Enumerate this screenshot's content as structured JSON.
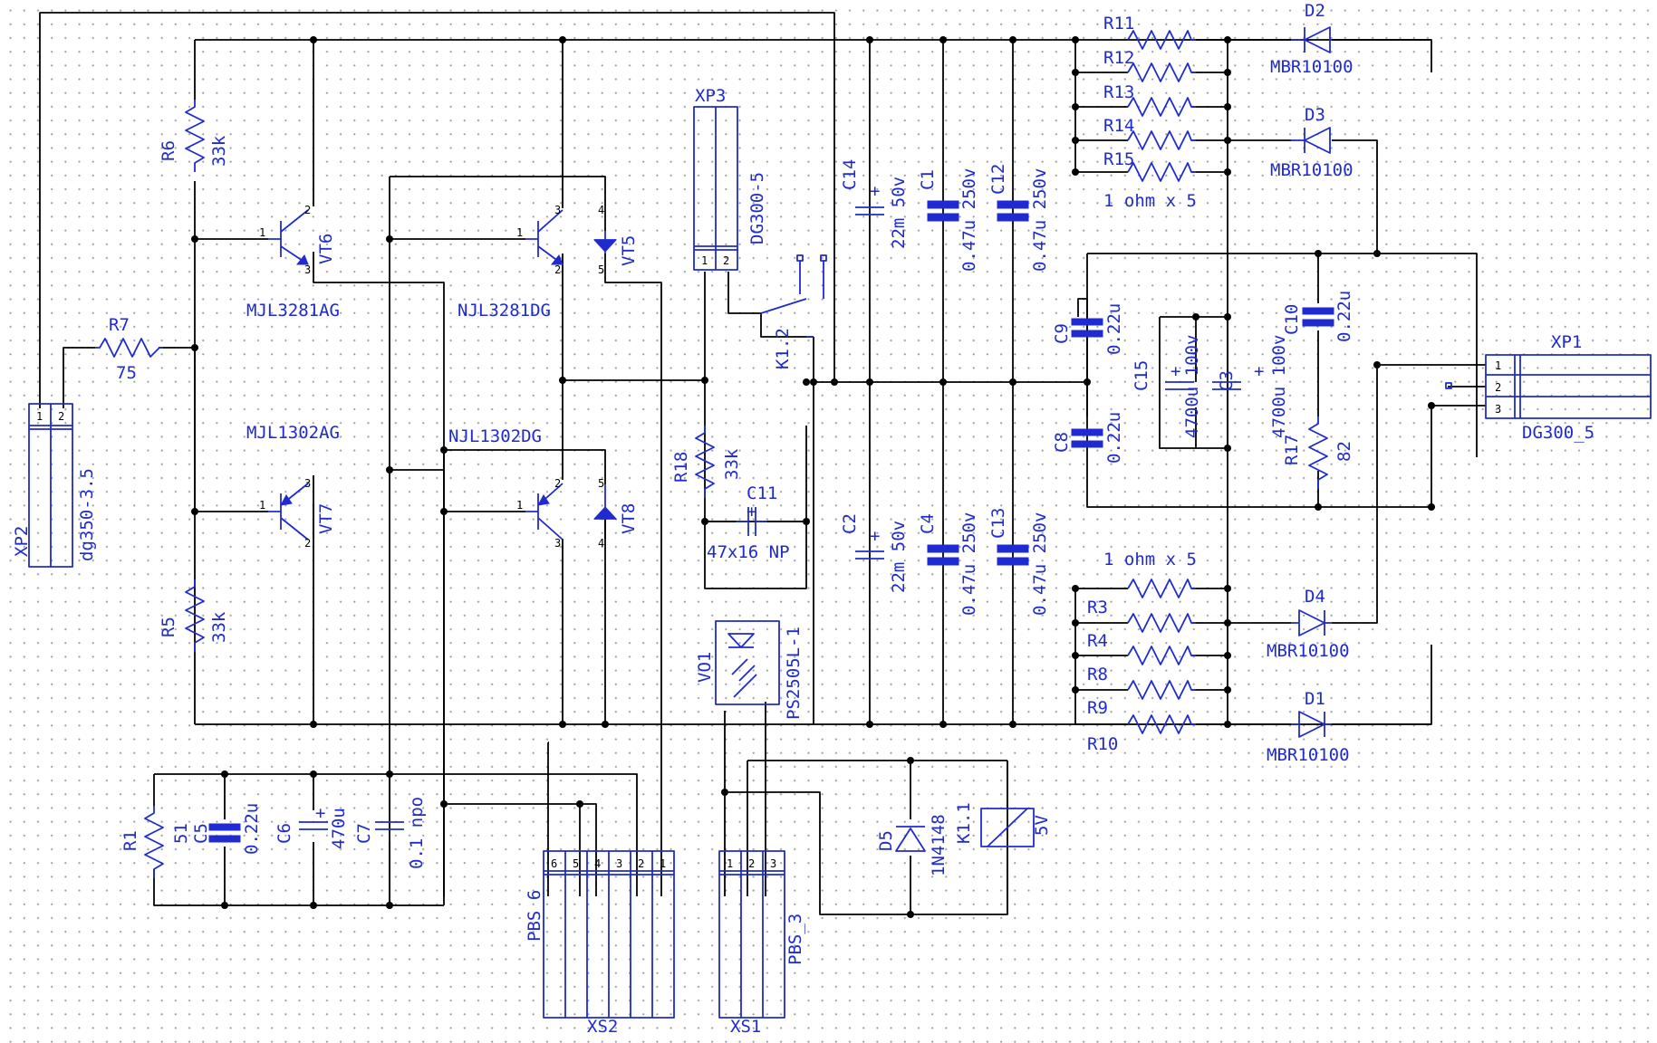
{
  "labels": {
    "r11": "R11",
    "r12": "R12",
    "r13": "R13",
    "r14": "R14",
    "r15": "R15",
    "ohm_top": "1 ohm x 5",
    "ohm_bot": "1 ohm x 5",
    "d2": "D2",
    "d2v": "MBR10100",
    "d3": "D3",
    "d3v": "MBR10100",
    "d4": "D4",
    "d4v": "MBR10100",
    "d1": "D1",
    "d1v": "MBR10100",
    "r3": "R3",
    "r4": "R4",
    "r8": "R8",
    "r9": "R9",
    "r10": "R10",
    "xp1": "XP1",
    "xp1v": "DG300_5",
    "xp2": "XP2",
    "xp2v": "dg350-3.5",
    "xp3": "XP3",
    "xp3v": "DG300-5",
    "r6": "R6",
    "r6v": "33k",
    "r5": "R5",
    "r5v": "33k",
    "r7": "R7",
    "r7v": "75",
    "vt6": "VT6",
    "vt6v": "MJL3281AG",
    "vt7": "VT7",
    "vt7v": "MJL1302AG",
    "vt5": "VT5",
    "vt5v": "NJL3281DG",
    "vt8": "VT8",
    "vt8v": "NJL1302DG",
    "k12": "K1.2",
    "k11": "K1.1",
    "k11v": "5V",
    "r18": "R18",
    "r18v": "33k",
    "c11": "C11",
    "c11v": "47x16  NP",
    "vo1": "VO1",
    "vo1v": "PS2505L-1",
    "c14": "C14",
    "c14v": "22m 50v",
    "c2": "C2",
    "c2v": "22m 50v",
    "c1": "C1",
    "c1v": "0.47u 250v",
    "c12": "C12",
    "c12v": "0.47u 250v",
    "c4": "C4",
    "c4v": "0.47u 250v",
    "c13": "C13",
    "c13v": "0.47u 250v",
    "c9": "C9",
    "c9v": "0.22u",
    "c8": "C8",
    "c8v": "0.22u",
    "c15": "C15",
    "c15v": "4700u 100v",
    "c3": "C3",
    "c3v": "4700u 100v",
    "c10": "C10",
    "c10v": "0.22u",
    "r17": "R17",
    "r17v": "82",
    "r1": "R1",
    "r1v": "51",
    "c5": "C5",
    "c5v": "0.22u",
    "c6": "C6",
    "c6v": "470u",
    "c7": "C7",
    "c7v": "0.1 npo",
    "d5": "D5",
    "d5v": "1N4148",
    "xs2": "XS2",
    "xs2v": "PBS_6",
    "xs1": "XS1",
    "xs1v": "PBS_3",
    "plus": "+"
  },
  "pins": {
    "xp1": [
      "1",
      "2",
      "3"
    ],
    "xp2": [
      "1",
      "2"
    ],
    "xp3": [
      "1",
      "2"
    ],
    "xs2": [
      "6",
      "5",
      "4",
      "3",
      "2",
      "1"
    ],
    "xs1": [
      "1",
      "2",
      "3"
    ],
    "vt6": [
      "1",
      "2",
      "3"
    ],
    "vt7": [
      "1",
      "3",
      "2"
    ],
    "vt5": [
      "1",
      "3",
      "2",
      "4",
      "5"
    ],
    "vt8": [
      "1",
      "2",
      "3",
      "5",
      "4"
    ]
  }
}
